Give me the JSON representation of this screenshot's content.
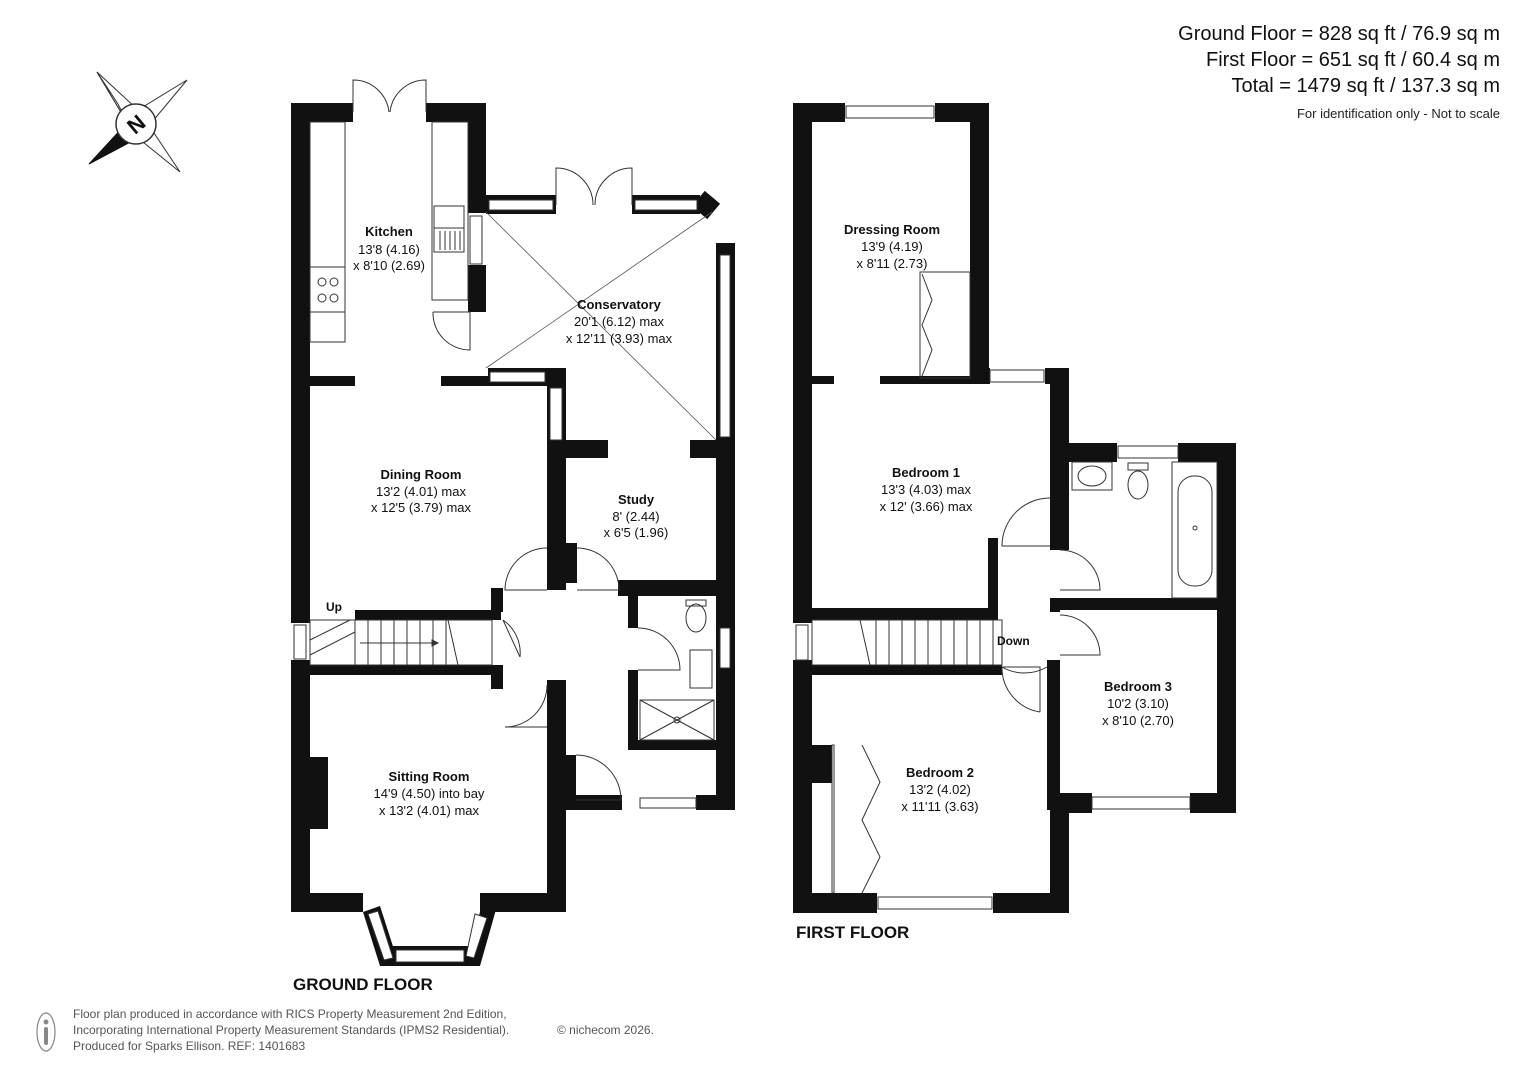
{
  "areas": {
    "ground": "Ground Floor = 828 sq ft / 76.9 sq m",
    "first": "First Floor = 651 sq ft / 60.4 sq m",
    "total": "Total = 1479 sq ft / 137.3 sq m",
    "note": "For identification only - Not to scale"
  },
  "compass": {
    "letter": "N"
  },
  "ground_floor": {
    "title": "GROUND FLOOR",
    "kitchen": {
      "name": "Kitchen",
      "dim1": "13'8 (4.16)",
      "dim2": "x 8'10 (2.69)"
    },
    "conservatory": {
      "name": "Conservatory",
      "dim1": "20'1 (6.12) max",
      "dim2": "x 12'11 (3.93) max"
    },
    "dining": {
      "name": "Dining Room",
      "dim1": "13'2 (4.01) max",
      "dim2": "x 12'5 (3.79) max"
    },
    "study": {
      "name": "Study",
      "dim1": "8' (2.44)",
      "dim2": "x 6'5 (1.96)"
    },
    "sitting": {
      "name": "Sitting Room",
      "dim1": "14'9 (4.50) into bay",
      "dim2": "x 13'2 (4.01) max"
    },
    "stairs_label": "Up"
  },
  "first_floor": {
    "title": "FIRST FLOOR",
    "dressing": {
      "name": "Dressing Room",
      "dim1": "13'9 (4.19)",
      "dim2": "x 8'11 (2.73)"
    },
    "bedroom1": {
      "name": "Bedroom 1",
      "dim1": "13'3 (4.03) max",
      "dim2": "x 12' (3.66) max"
    },
    "bedroom2": {
      "name": "Bedroom 2",
      "dim1": "13'2 (4.02)",
      "dim2": "x 11'11 (3.63)"
    },
    "bedroom3": {
      "name": "Bedroom 3",
      "dim1": "10'2 (3.10)",
      "dim2": "x 8'10 (2.70)"
    },
    "stairs_label": "Down"
  },
  "footer": {
    "line1": "Floor plan produced in accordance with RICS Property Measurement 2nd Edition,",
    "line2": "Incorporating International Property Measurement Standards (IPMS2 Residential).",
    "line3": "Produced for Sparks Ellison.   REF: 1401683",
    "copyright": "© nichecom 2026."
  },
  "colors": {
    "wall": "#111111",
    "line": "#333333"
  }
}
